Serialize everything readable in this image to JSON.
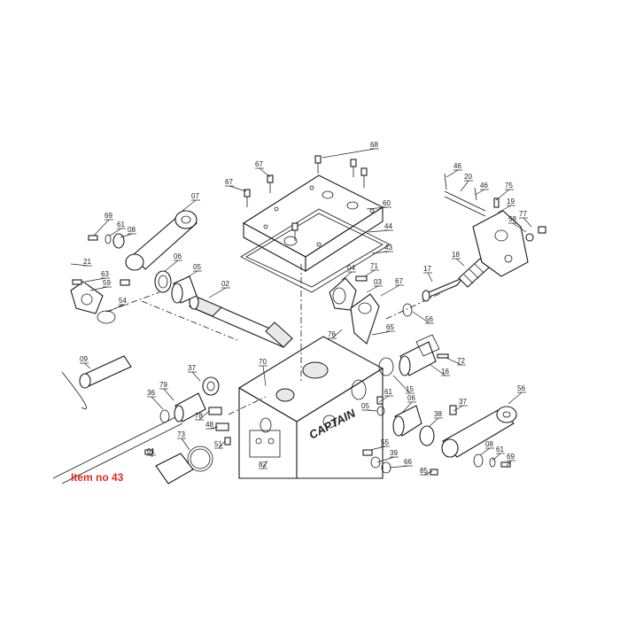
{
  "caption": {
    "text": "Item no 43",
    "color": "#e52a14"
  },
  "brand": "CAPTAIN",
  "callouts": [
    "68",
    "67",
    "67",
    "60",
    "44",
    "43",
    "07",
    "69",
    "61",
    "08",
    "21",
    "63",
    "59",
    "06",
    "05",
    "02",
    "54",
    "04",
    "71",
    "03",
    "67",
    "76",
    "65",
    "17",
    "18",
    "56",
    "16",
    "72",
    "15",
    "46",
    "20",
    "46",
    "75",
    "19",
    "77",
    "58",
    "09",
    "37",
    "56",
    "36",
    "79",
    "78",
    "48",
    "51",
    "73",
    "01",
    "70",
    "82",
    "61",
    "05",
    "06",
    "38",
    "55",
    "39",
    "66",
    "85",
    "37",
    "08",
    "61",
    "69"
  ]
}
